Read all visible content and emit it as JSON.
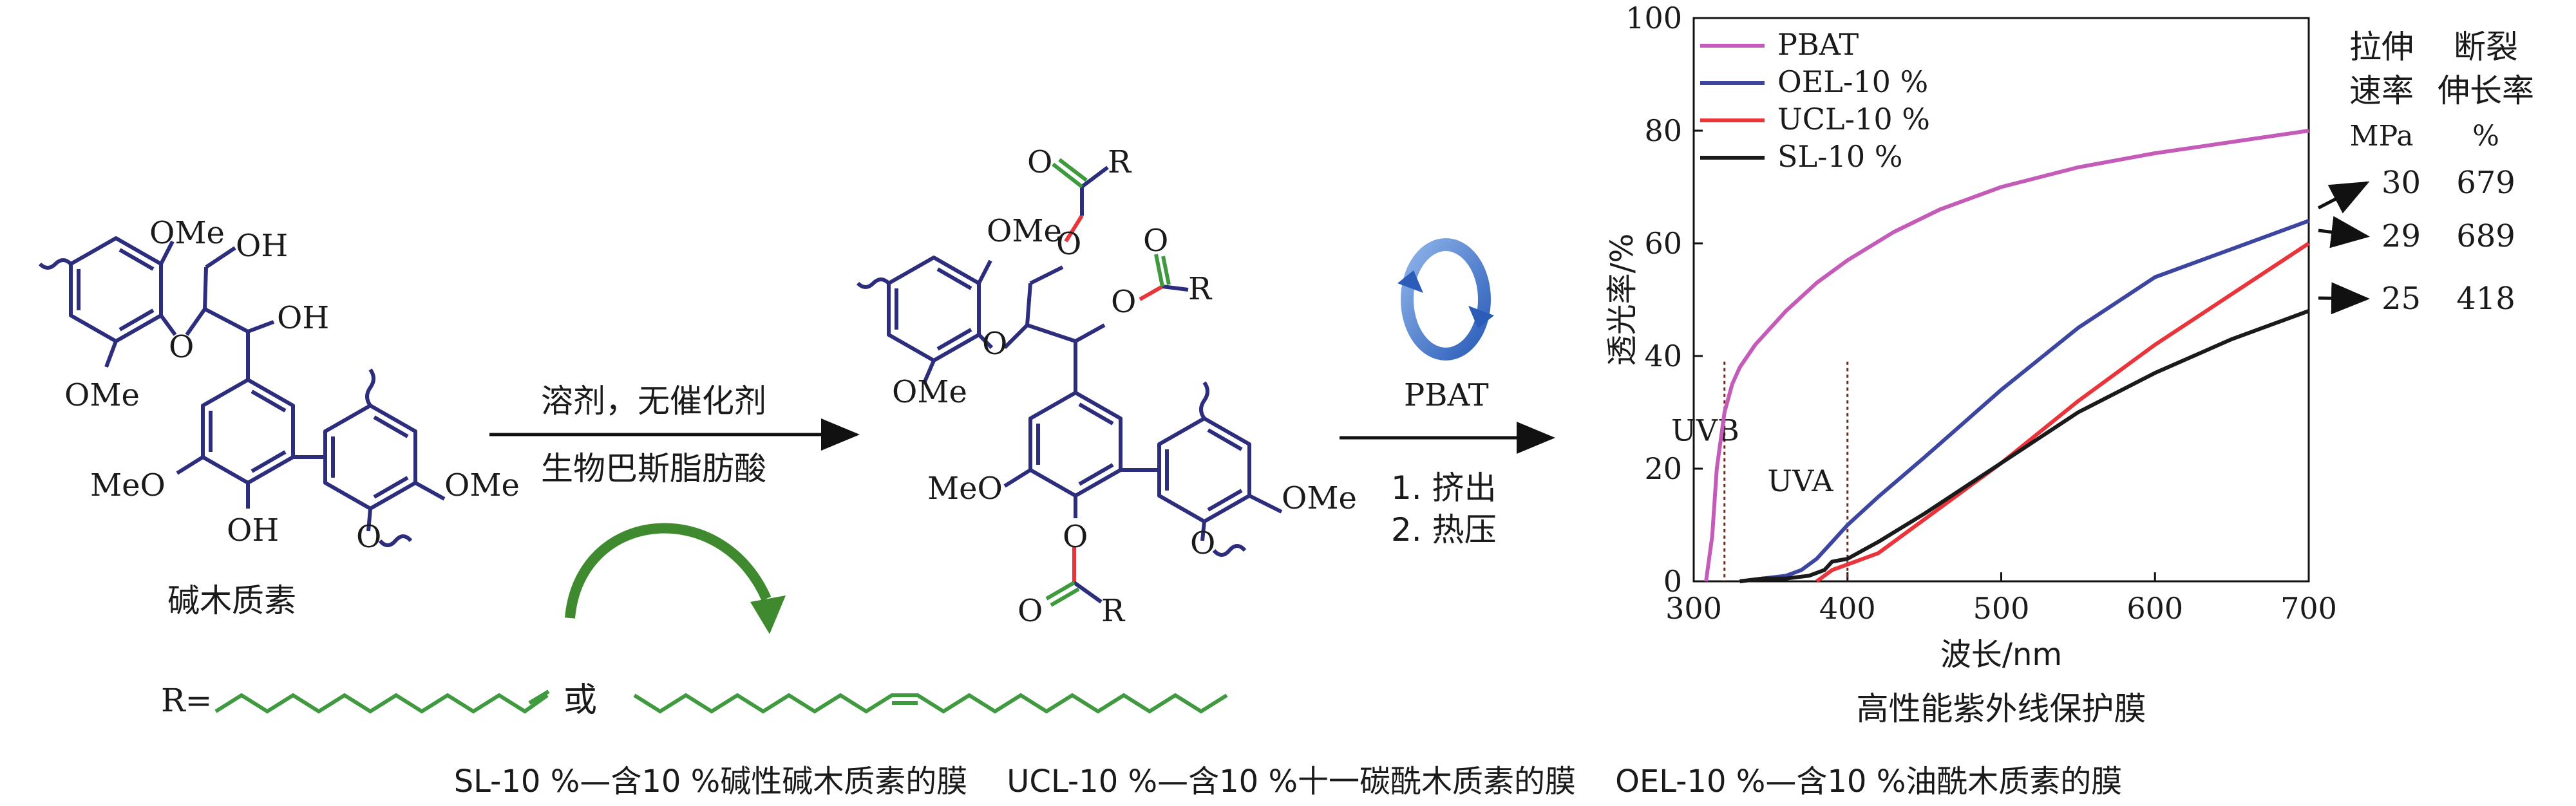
{
  "lignin_left": {
    "caption": "碱木质素",
    "labels": {
      "ome_top": "OMe",
      "oh_top": "OH",
      "oh_mid": "OH",
      "ome_low": "OMe",
      "meo": "MeO",
      "oh_bottom": "OH",
      "ome_right": "OMe"
    }
  },
  "arrow1": {
    "top_label": "溶剂，无催化剂",
    "bottom_label": "生物巴斯脂肪酸"
  },
  "lignin_right": {
    "labels": {
      "ome_top": "OMe",
      "ome_low": "OMe",
      "meo": "MeO",
      "ome_right": "OMe",
      "r1": "R",
      "r2": "R",
      "r3": "R",
      "o_c1": "O",
      "o_c2": "O",
      "o_c3": "O"
    }
  },
  "arrow2": {
    "top_label": "PBAT",
    "steps": [
      "1. 挤出",
      "2. 热压"
    ]
  },
  "r_group": {
    "prefix": "R=",
    "or_label": "或"
  },
  "footer": "SL-10 %—含10 %碱性碱木质素的膜    UCL-10 %—含10 %十一碳酰木质素的膜    OEL-10 %—含10 %油酰木质素的膜",
  "chart_data": {
    "type": "line",
    "title": "高性能紫外线保护膜",
    "xlabel": "波长/nm",
    "ylabel": "透光率/%",
    "xlim": [
      300,
      700
    ],
    "ylim": [
      0,
      100
    ],
    "xticks": [
      "300",
      "400",
      "500",
      "600",
      "700"
    ],
    "yticks": [
      "0",
      "20",
      "40",
      "60",
      "80",
      "100"
    ],
    "legend_position": "top-left",
    "region_labels": [
      "UVB",
      "UVA"
    ],
    "region_lines_x": [
      320,
      400
    ],
    "series": [
      {
        "name": "PBAT",
        "color": "#c45bb8",
        "x": [
          308,
          312,
          315,
          320,
          325,
          330,
          340,
          360,
          380,
          400,
          430,
          460,
          500,
          550,
          600,
          650,
          700
        ],
        "y": [
          0,
          8,
          20,
          30,
          35,
          38,
          42,
          48,
          53,
          57,
          62,
          66,
          70,
          73.5,
          76,
          78,
          80
        ]
      },
      {
        "name": "OEL-10 %",
        "color": "#3c46a0",
        "x": [
          330,
          345,
          360,
          370,
          380,
          390,
          400,
          420,
          450,
          500,
          550,
          600,
          650,
          700
        ],
        "y": [
          0,
          0.5,
          1,
          2,
          4,
          7,
          10,
          15,
          22,
          34,
          45,
          54,
          59,
          64
        ]
      },
      {
        "name": "UCL-10 %",
        "color": "#e8343a",
        "x": [
          380,
          390,
          400,
          420,
          450,
          500,
          550,
          600,
          650,
          700
        ],
        "y": [
          0,
          2,
          3,
          5,
          11,
          21,
          32,
          42,
          51,
          60
        ]
      },
      {
        "name": "SL-10 %",
        "color": "#1a1a1a",
        "x": [
          330,
          345,
          360,
          375,
          385,
          390,
          400,
          420,
          450,
          500,
          550,
          600,
          650,
          700
        ],
        "y": [
          0,
          0.5,
          0.5,
          1,
          2,
          3.5,
          4,
          7,
          12,
          21,
          30,
          37,
          43,
          48
        ]
      }
    ],
    "side_table": {
      "headers": [
        [
          "拉伸",
          "速率",
          "MPa"
        ],
        [
          "断裂",
          "伸长率",
          "%"
        ]
      ],
      "rows": [
        {
          "strength": "30",
          "elongation": "679"
        },
        {
          "strength": "29",
          "elongation": "689"
        },
        {
          "strength": "25",
          "elongation": "418"
        }
      ]
    }
  },
  "colors": {
    "structure": "#2d2d7d",
    "chain": "#3f9a3f",
    "ester_bond": "#e8343a",
    "carbonyl": "#3f9a3f",
    "pbat_cycle": "#3f6fc8"
  }
}
